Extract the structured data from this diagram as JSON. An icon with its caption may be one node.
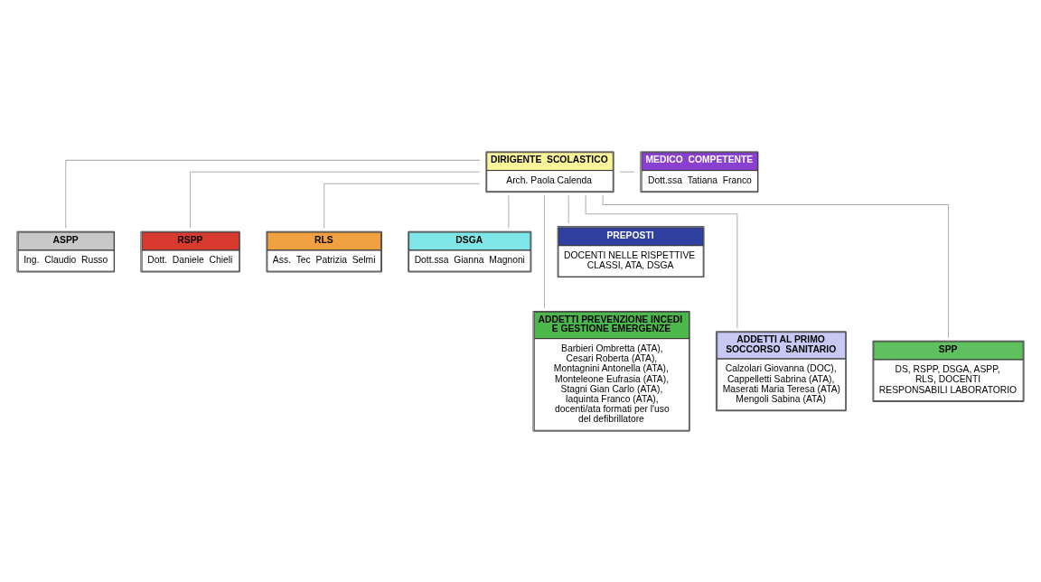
{
  "diagram": {
    "nodes": [
      {
        "text": [
          "DIRIGENTE  SCOLASTICO",
          "Arch. Paola Calenda"
        ]
      },
      {
        "text": [
          "MEDICO  COMPETENTE",
          "Dott.ssa  Tatiana  Franco"
        ]
      },
      {
        "text": [
          "ASPP",
          "Ing.  Claudio  Russo"
        ]
      },
      {
        "text": [
          "RSPP",
          "Dott.  Daniele  Chieli"
        ]
      },
      {
        "text": [
          "RLS",
          "Ass.  Tec  Patrizia  Selmi"
        ]
      },
      {
        "text": [
          "DSGA",
          "Dott.ssa  Gianna  Magnoni"
        ]
      },
      {
        "text": [
          "PREPOSTI",
          "DOCENTI NELLE RISPETTIVE CLASSI, ATA, DSGA"
        ]
      },
      {
        "text": [
          "ADDETTI PREVENZIONE INCEDI E GESTIONE EMERGENZE",
          "Barbieri Ombretta (ATA), Cesari Roberta (ATA), Montagnini Antonella (ATA), Monteleone Eufrasia (ATA), Stagni Gian Carlo (ATA), Iaquinta Franco (ATA), docenti/ata formati per l'uso del defibrillatore"
        ]
      },
      {
        "text": [
          "ADDETTI AL PRIMO SOCCORSO  SANITARIO",
          "Calzolari Giovanna (DOC), Cappelletti Sabrina (ATA), Maserati Maria Teresa (ATA) Mengoli Sabina (ATA)"
        ]
      },
      {
        "text": [
          "SPP",
          "DS, RSPP, DSGA, ASPP, RLS, DOCENTI RESPONSABILI LABORATORIO"
        ]
      }
    ],
    "edges": [
      {
        "from": 0,
        "to": 1,
        "arrow": "none"
      },
      {
        "from": 0,
        "to": 2,
        "arrow": "none"
      },
      {
        "from": 0,
        "to": 3,
        "arrow": "none"
      },
      {
        "from": 0,
        "to": 4,
        "arrow": "none"
      },
      {
        "from": 0,
        "to": 5,
        "arrow": "none"
      },
      {
        "from": 0,
        "to": 6,
        "arrow": "none"
      },
      {
        "from": 0,
        "to": 7,
        "arrow": "none"
      },
      {
        "from": 0,
        "to": 8,
        "arrow": "none"
      },
      {
        "from": 0,
        "to": 9,
        "arrow": "none"
      }
    ]
  }
}
